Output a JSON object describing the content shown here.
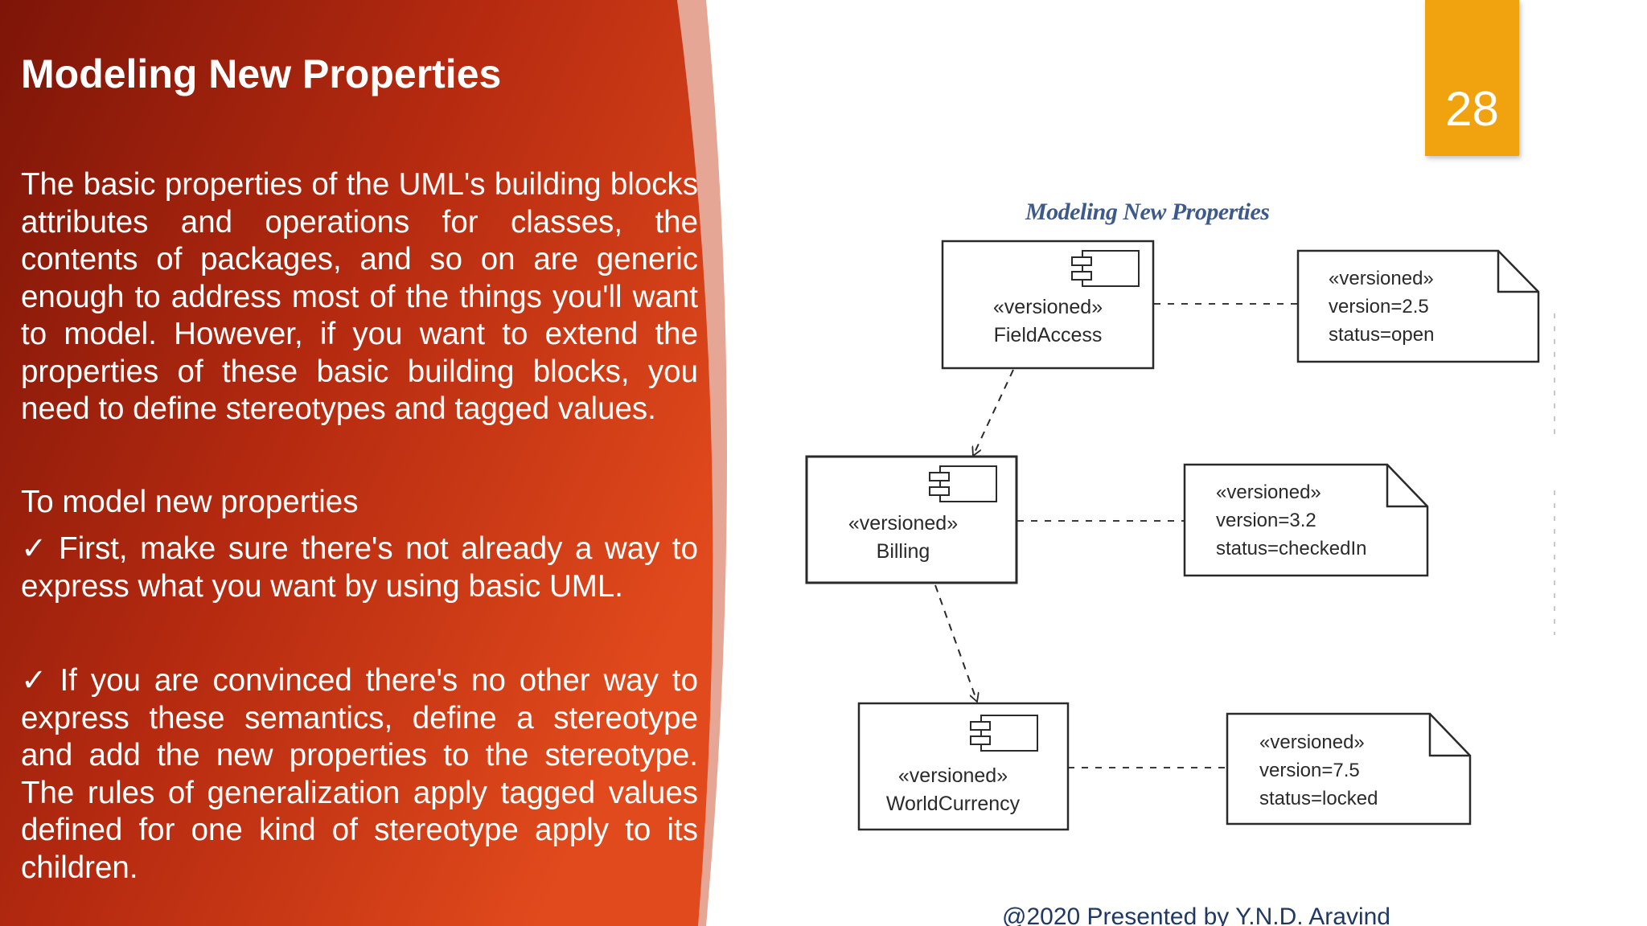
{
  "slide": {
    "title": "Modeling New Properties",
    "page_number": "28",
    "paragraph_1": "The basic properties of the UML's building blocks attributes and operations for classes, the contents of packages, and so on are generic enough to address most of the things you'll want to model. However, if you want to extend the properties of these basic building blocks, you need to define stereotypes and tagged values.",
    "intro": "To model new properties",
    "check_mark": "✓",
    "step_1": "First, make sure there's not already a way to express what you want by using basic UML.",
    "step_2": "If you are convinced there's no other way to express these semantics, define a stereotype and add the new properties to the stereotype. The rules of generalization apply tagged values defined for one kind of stereotype apply to its children.",
    "footer": "@2020 Presented by Y.N.D. Aravind"
  },
  "colors": {
    "panel_dark": "#7d1508",
    "panel_mid": "#b52a10",
    "panel_light": "#e14a1c",
    "badge": "#f0a20f",
    "diagram_title": "#3d5a8a",
    "diagram_ink": "#2a2a2a",
    "footer_text": "#1f3864"
  },
  "diagram": {
    "title": "Modeling New Properties",
    "components": [
      {
        "stereotype": "«versioned»",
        "name": "FieldAccess",
        "icon": "component-icon"
      },
      {
        "stereotype": "«versioned»",
        "name": "Billing",
        "icon": "component-icon"
      },
      {
        "stereotype": "«versioned»",
        "name": "WorldCurrency",
        "icon": "component-icon"
      }
    ],
    "notes": [
      {
        "stereotype": "«versioned»",
        "version": "version=2.5",
        "status": "status=open"
      },
      {
        "stereotype": "«versioned»",
        "version": "version=3.2",
        "status": "status=checkedIn"
      },
      {
        "stereotype": "«versioned»",
        "version": "version=7.5",
        "status": "status=locked"
      }
    ]
  }
}
